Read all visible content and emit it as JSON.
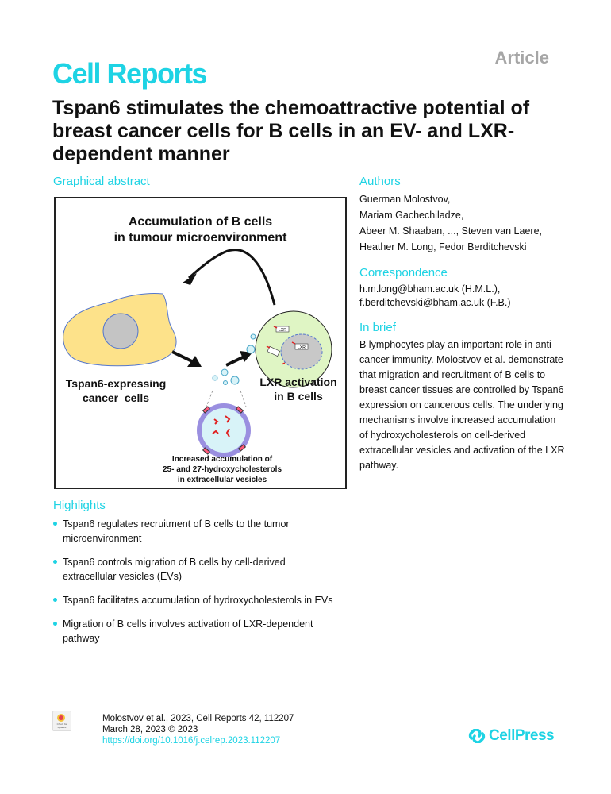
{
  "header": {
    "article_type": "Article",
    "journal": "Cell Reports",
    "title": "Tspan6 stimulates the chemoattractive potential of breast cancer cells for B cells in an EV- and LXR-dependent manner"
  },
  "graphical_abstract": {
    "heading": "Graphical abstract",
    "title_line1": "Accumulation of B cells",
    "title_line2": "in tumour microenvironment",
    "cancer_label_line1": "Tspan6-expressing",
    "cancer_label_line2": "cancer  cells",
    "lxr_label_line1": "LXR activation",
    "lxr_label_line2": "in B cells",
    "ev_label_line1": "Increased accumulation of",
    "ev_label_line2": "25- and 27-hydroxycholesterols",
    "ev_label_line3": "in extracellular vesicles",
    "lxr_tag": "LXR",
    "colors": {
      "cancer_cell": "#fde28a",
      "nucleus": "#c4c4c4",
      "b_cell": "#dff5c4",
      "vesicle": "#d8f3f8",
      "vesicle_membrane": "#9a8fe0",
      "accent_red": "#e02020"
    }
  },
  "authors": {
    "heading": "Authors",
    "lines": [
      "Guerman Molostvov,",
      "Mariam Gachechiladze,",
      "Abeer M. Shaaban, ..., Steven van Laere,",
      "Heather M. Long, Fedor Berditchevski"
    ]
  },
  "correspondence": {
    "heading": "Correspondence",
    "lines": [
      "h.m.long@bham.ac.uk (H.M.L.),",
      "f.berditchevski@bham.ac.uk (F.B.)"
    ]
  },
  "in_brief": {
    "heading": "In brief",
    "text": "B lymphocytes play an important role in anti-cancer immunity. Molostvov et al. demonstrate that migration and recruitment of B cells to breast cancer tissues are controlled by Tspan6 expression on cancerous cells. The underlying mechanisms involve increased accumulation of hydroxycholesterols on cell-derived extracellular vesicles and activation of the LXR pathway."
  },
  "highlights": {
    "heading": "Highlights",
    "items": [
      "Tspan6 regulates recruitment of B cells to the tumor microenvironment",
      "Tspan6 controls migration of B cells by cell-derived extracellular vesicles (EVs)",
      "Tspan6 facilitates accumulation of hydroxycholesterols in EVs",
      "Migration of B cells involves activation of LXR-dependent pathway"
    ]
  },
  "footer": {
    "badge_text": "Check for updates",
    "citation": "Molostvov et al., 2023, Cell Reports 42, 112207",
    "date": "March 28, 2023 © 2023",
    "doi": "https://doi.org/10.1016/j.celrep.2023.112207",
    "publisher": "CellPress"
  },
  "colors": {
    "accent": "#1ed3e4",
    "article_label": "#a6a6a6",
    "text": "#111111"
  }
}
